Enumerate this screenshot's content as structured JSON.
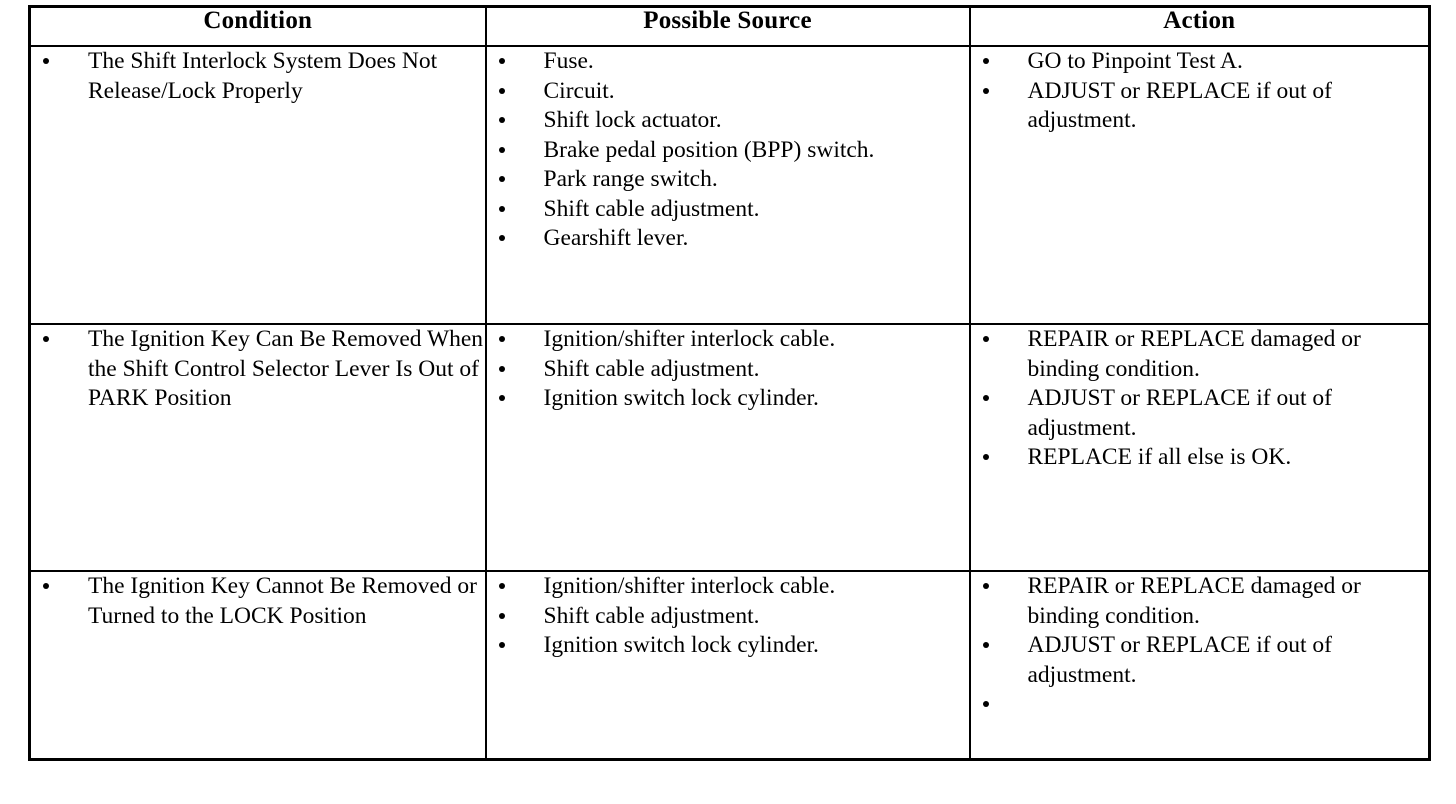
{
  "table": {
    "headers": [
      "Condition",
      "Possible Source",
      "Action"
    ],
    "rows": [
      {
        "condition": [
          "The Shift Interlock System Does Not Release/Lock Properly"
        ],
        "possible_source": [
          "Fuse.",
          "Circuit.",
          "Shift lock actuator.",
          "Brake pedal position (BPP) switch.",
          "Park range switch.",
          "Shift cable adjustment.",
          "Gearshift lever."
        ],
        "action": [
          "GO to Pinpoint Test A.",
          "ADJUST or REPLACE if out of adjustment."
        ]
      },
      {
        "condition": [
          "The Ignition Key Can Be Removed When the Shift Control Selector Lever Is Out of PARK Position"
        ],
        "possible_source": [
          "Ignition/shifter interlock cable.",
          "Shift cable adjustment.",
          "Ignition switch lock cylinder."
        ],
        "action": [
          "REPAIR or REPLACE damaged or binding condition.",
          "ADJUST or REPLACE if out of adjustment.",
          "REPLACE if all else is OK."
        ]
      },
      {
        "condition": [
          "The Ignition Key Cannot Be Removed or Turned to the LOCK Position"
        ],
        "possible_source": [
          "Ignition/shifter interlock cable.",
          "Shift cable adjustment.",
          "Ignition switch lock cylinder."
        ],
        "action": [
          "REPAIR or REPLACE damaged or binding condition.",
          "ADJUST or REPLACE if out of adjustment.",
          ""
        ]
      }
    ]
  },
  "colors": {
    "border": "#000000",
    "text": "#000000",
    "background": "#ffffff"
  }
}
